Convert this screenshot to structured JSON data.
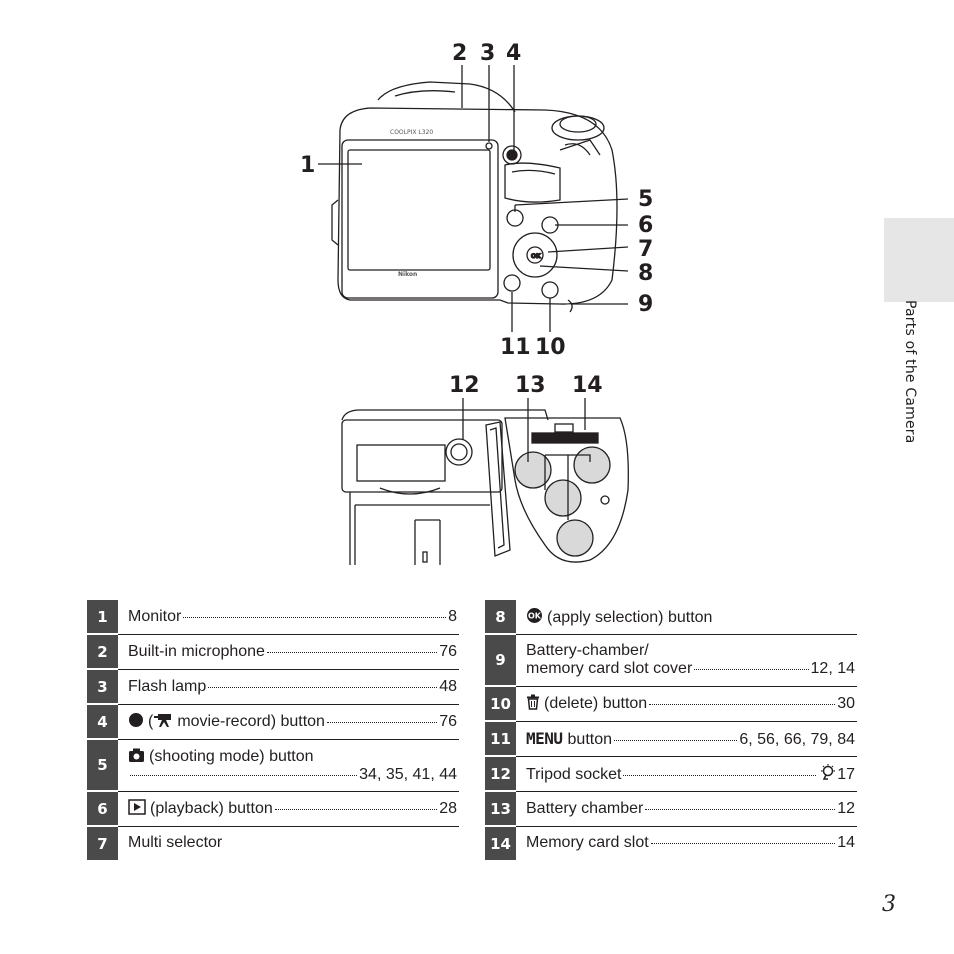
{
  "page": {
    "number": "3",
    "side_label": "Parts of the Camera"
  },
  "figure_top": {
    "callouts": [
      "1",
      "2",
      "3",
      "4",
      "5",
      "6",
      "7",
      "8",
      "9",
      "10",
      "11"
    ],
    "brand_text": "COOLPIX L320",
    "logo_text": "Nikon"
  },
  "figure_bottom": {
    "callouts": [
      "12",
      "13",
      "14"
    ]
  },
  "parts_left": [
    {
      "num": "1",
      "label": "Monitor",
      "page": "8",
      "icon": ""
    },
    {
      "num": "2",
      "label": "Built-in microphone",
      "page": "76",
      "icon": ""
    },
    {
      "num": "3",
      "label": "Flash lamp",
      "page": "48",
      "icon": ""
    },
    {
      "num": "4",
      "label": "movie-record) button",
      "label_prefix": "(",
      "page": "76",
      "icon": "record-dot-icon",
      "icon2": "movie-camera-icon"
    },
    {
      "num": "5",
      "label": "(shooting mode) button",
      "page": "34, 35, 41, 44",
      "icon": "camera-icon",
      "two_line": true
    },
    {
      "num": "6",
      "label": "(playback) button",
      "page": "28",
      "icon": "playback-icon"
    },
    {
      "num": "7",
      "label": "Multi selector",
      "page": "",
      "icon": ""
    }
  ],
  "parts_right": [
    {
      "num": "8",
      "label": "(apply selection) button",
      "page": "",
      "icon": "ok-icon"
    },
    {
      "num": "9",
      "label_line1": "Battery-chamber/",
      "label": "memory card slot cover",
      "page": "12, 14",
      "icon": "",
      "two_line": true
    },
    {
      "num": "10",
      "label": "(delete) button",
      "page": "30",
      "icon": "trash-icon"
    },
    {
      "num": "11",
      "label": "button",
      "label_bold_prefix": "MENU",
      "page": "6, 56, 66, 79, 84",
      "icon": ""
    },
    {
      "num": "12",
      "label": "Tripod socket",
      "page": "17",
      "icon": "",
      "page_icon": "bulb-icon"
    },
    {
      "num": "13",
      "label": "Battery chamber",
      "page": "12",
      "icon": ""
    },
    {
      "num": "14",
      "label": "Memory card slot",
      "page": "14",
      "icon": ""
    }
  ]
}
